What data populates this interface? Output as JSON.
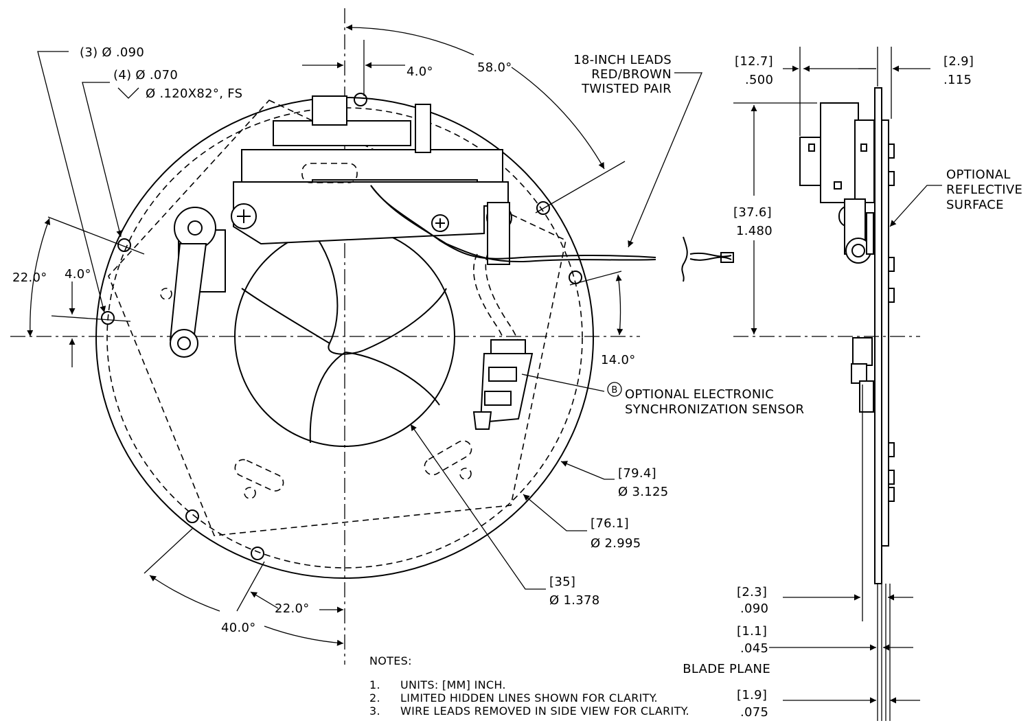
{
  "notes": {
    "heading": "NOTES:",
    "items": [
      {
        "num": "1.",
        "text": "UNITS: [MM] INCH."
      },
      {
        "num": "2.",
        "text": "LIMITED HIDDEN LINES SHOWN FOR CLARITY."
      },
      {
        "num": "3.",
        "text": "WIRE LEADS REMOVED IN SIDE VIEW FOR CLARITY."
      }
    ]
  },
  "front_view": {
    "holes_3": "(3) Ø .090",
    "holes_4": "(4) Ø .070",
    "countersink": "Ø .120X82°, FS",
    "angle_4_top": "4.0°",
    "angle_58": "58.0°",
    "leads_line1": "18-INCH LEADS",
    "leads_line2": "RED/BROWN",
    "leads_line3": "TWISTED PAIR",
    "angle_22_left": "22.0°",
    "angle_4_left": "4.0°",
    "angle_14": "14.0°",
    "sensor_symbol": "B",
    "sensor_line1": "OPTIONAL ELECTRONIC",
    "sensor_line2": "SYNCHRONIZATION SENSOR",
    "dia_outer_mm": "[79.4]",
    "dia_outer_in": "Ø 3.125",
    "dia_mid_mm": "[76.1]",
    "dia_mid_in": "Ø 2.995",
    "dia_inner_mm": "[35]",
    "dia_inner_in": "Ø 1.378",
    "angle_22_bottom": "22.0°",
    "angle_40": "40.0°"
  },
  "side_view": {
    "depth_mm": "[12.7]",
    "depth_in": ".500",
    "plate_mm": "[2.9]",
    "plate_in": ".115",
    "height_mm": "[37.6]",
    "height_in": "1.480",
    "reflective_line1": "OPTIONAL",
    "reflective_line2": "REFLECTIVE",
    "reflective_line3": "SURFACE",
    "d1_mm": "[2.3]",
    "d1_in": ".090",
    "d2_mm": "[1.1]",
    "d2_in": ".045",
    "blade_plane": "BLADE PLANE",
    "d3_mm": "[1.9]",
    "d3_in": ".075"
  }
}
